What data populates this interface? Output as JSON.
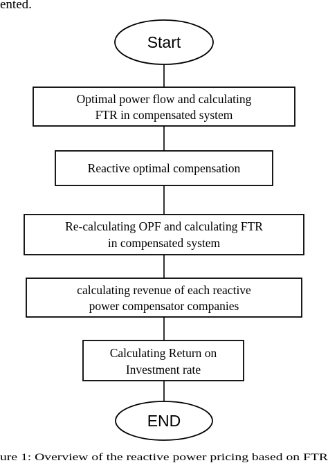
{
  "top_text": "ented.",
  "flowchart": {
    "start": "Start",
    "steps": [
      {
        "lines": [
          "Optimal power flow and calculating",
          "FTR in compensated system"
        ]
      },
      {
        "lines": [
          "Reactive optimal compensation"
        ]
      },
      {
        "lines": [
          "Re-calculating OPF and calculating FTR",
          "in compensated system"
        ]
      },
      {
        "lines": [
          "calculating revenue of each reactive",
          "power compensator companies"
        ]
      },
      {
        "lines": [
          "Calculating Return on",
          "Investment rate"
        ]
      }
    ],
    "end": "END"
  },
  "caption": "ure 1: Overview of the reactive power pricing based on FTR"
}
